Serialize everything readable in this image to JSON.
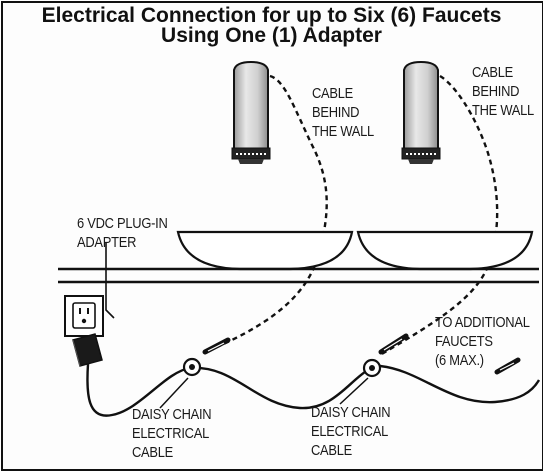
{
  "title": {
    "line1": "Electrical Connection for up to Six (6) Faucets",
    "line2": "Using One (1) Adapter"
  },
  "labels": {
    "cable_behind_wall_1": [
      "CABLE",
      "BEHIND",
      "THE WALL"
    ],
    "cable_behind_wall_2": [
      "CABLE",
      "BEHIND",
      "THE WALL"
    ],
    "adapter": [
      "6 VDC PLUG-IN",
      "ADAPTER"
    ],
    "additional_faucets": [
      "TO ADDITIONAL",
      "FAUCETS",
      "(6 MAX.)"
    ],
    "daisy_chain_1": [
      "DAISY CHAIN",
      "ELECTRICAL",
      "CABLE"
    ],
    "daisy_chain_2": [
      "DAISY CHAIN",
      "ELECTRICAL",
      "CABLE"
    ]
  },
  "colors": {
    "ink": "#111111",
    "faucet_shade": "#b9b9b9",
    "background": "#fdfdfd"
  }
}
